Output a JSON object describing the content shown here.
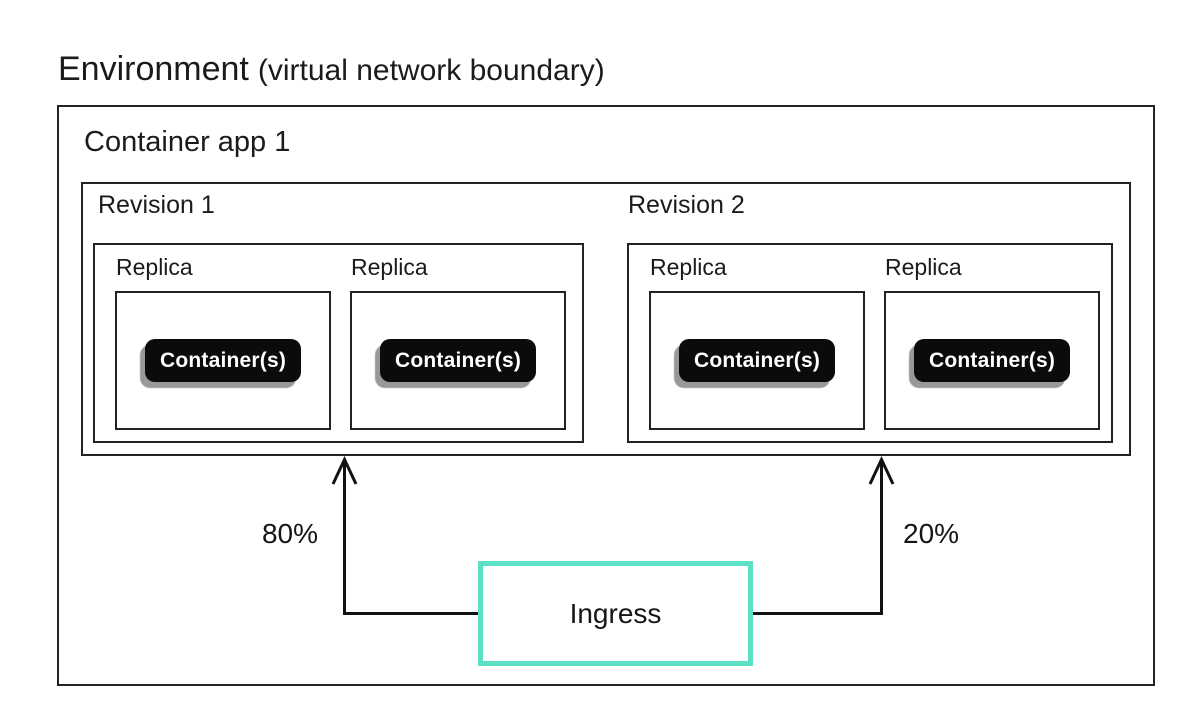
{
  "title": {
    "main": "Environment",
    "suffix": "(virtual network boundary)"
  },
  "environment": {
    "container_app": {
      "label": "Container app 1",
      "revisions": [
        {
          "label": "Revision 1",
          "replicas": [
            {
              "label": "Replica",
              "container_label": "Container(s)"
            },
            {
              "label": "Replica",
              "container_label": "Container(s)"
            }
          ]
        },
        {
          "label": "Revision 2",
          "replicas": [
            {
              "label": "Replica",
              "container_label": "Container(s)"
            },
            {
              "label": "Replica",
              "container_label": "Container(s)"
            }
          ]
        }
      ]
    },
    "ingress": {
      "label": "Ingress"
    },
    "traffic_split": [
      {
        "percent": "80%"
      },
      {
        "percent": "20%"
      }
    ]
  },
  "colors": {
    "ingress_border": "#5CE1C6",
    "box_border": "#222222",
    "pill_background": "#0b0b0b",
    "pill_text": "#ffffff",
    "pill_shadow": "#989898",
    "arrow": "#111111",
    "background": "#ffffff"
  }
}
